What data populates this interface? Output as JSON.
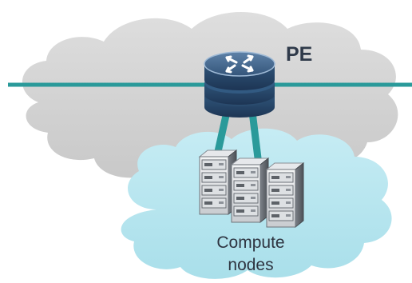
{
  "diagram": {
    "provider_edge_label": "PE",
    "compute_label_line1": "Compute",
    "compute_label_line2": "nodes"
  },
  "colors": {
    "gray_cloud": "#d2d2d2",
    "blue_cloud": "#b9e6f0",
    "link_teal": "#2a9a9a",
    "router_navy": "#2c4e72",
    "server_light": "#eef0f2",
    "server_dark": "#55595e"
  },
  "icons": {
    "router": "router-icon",
    "server": "server-icon"
  }
}
